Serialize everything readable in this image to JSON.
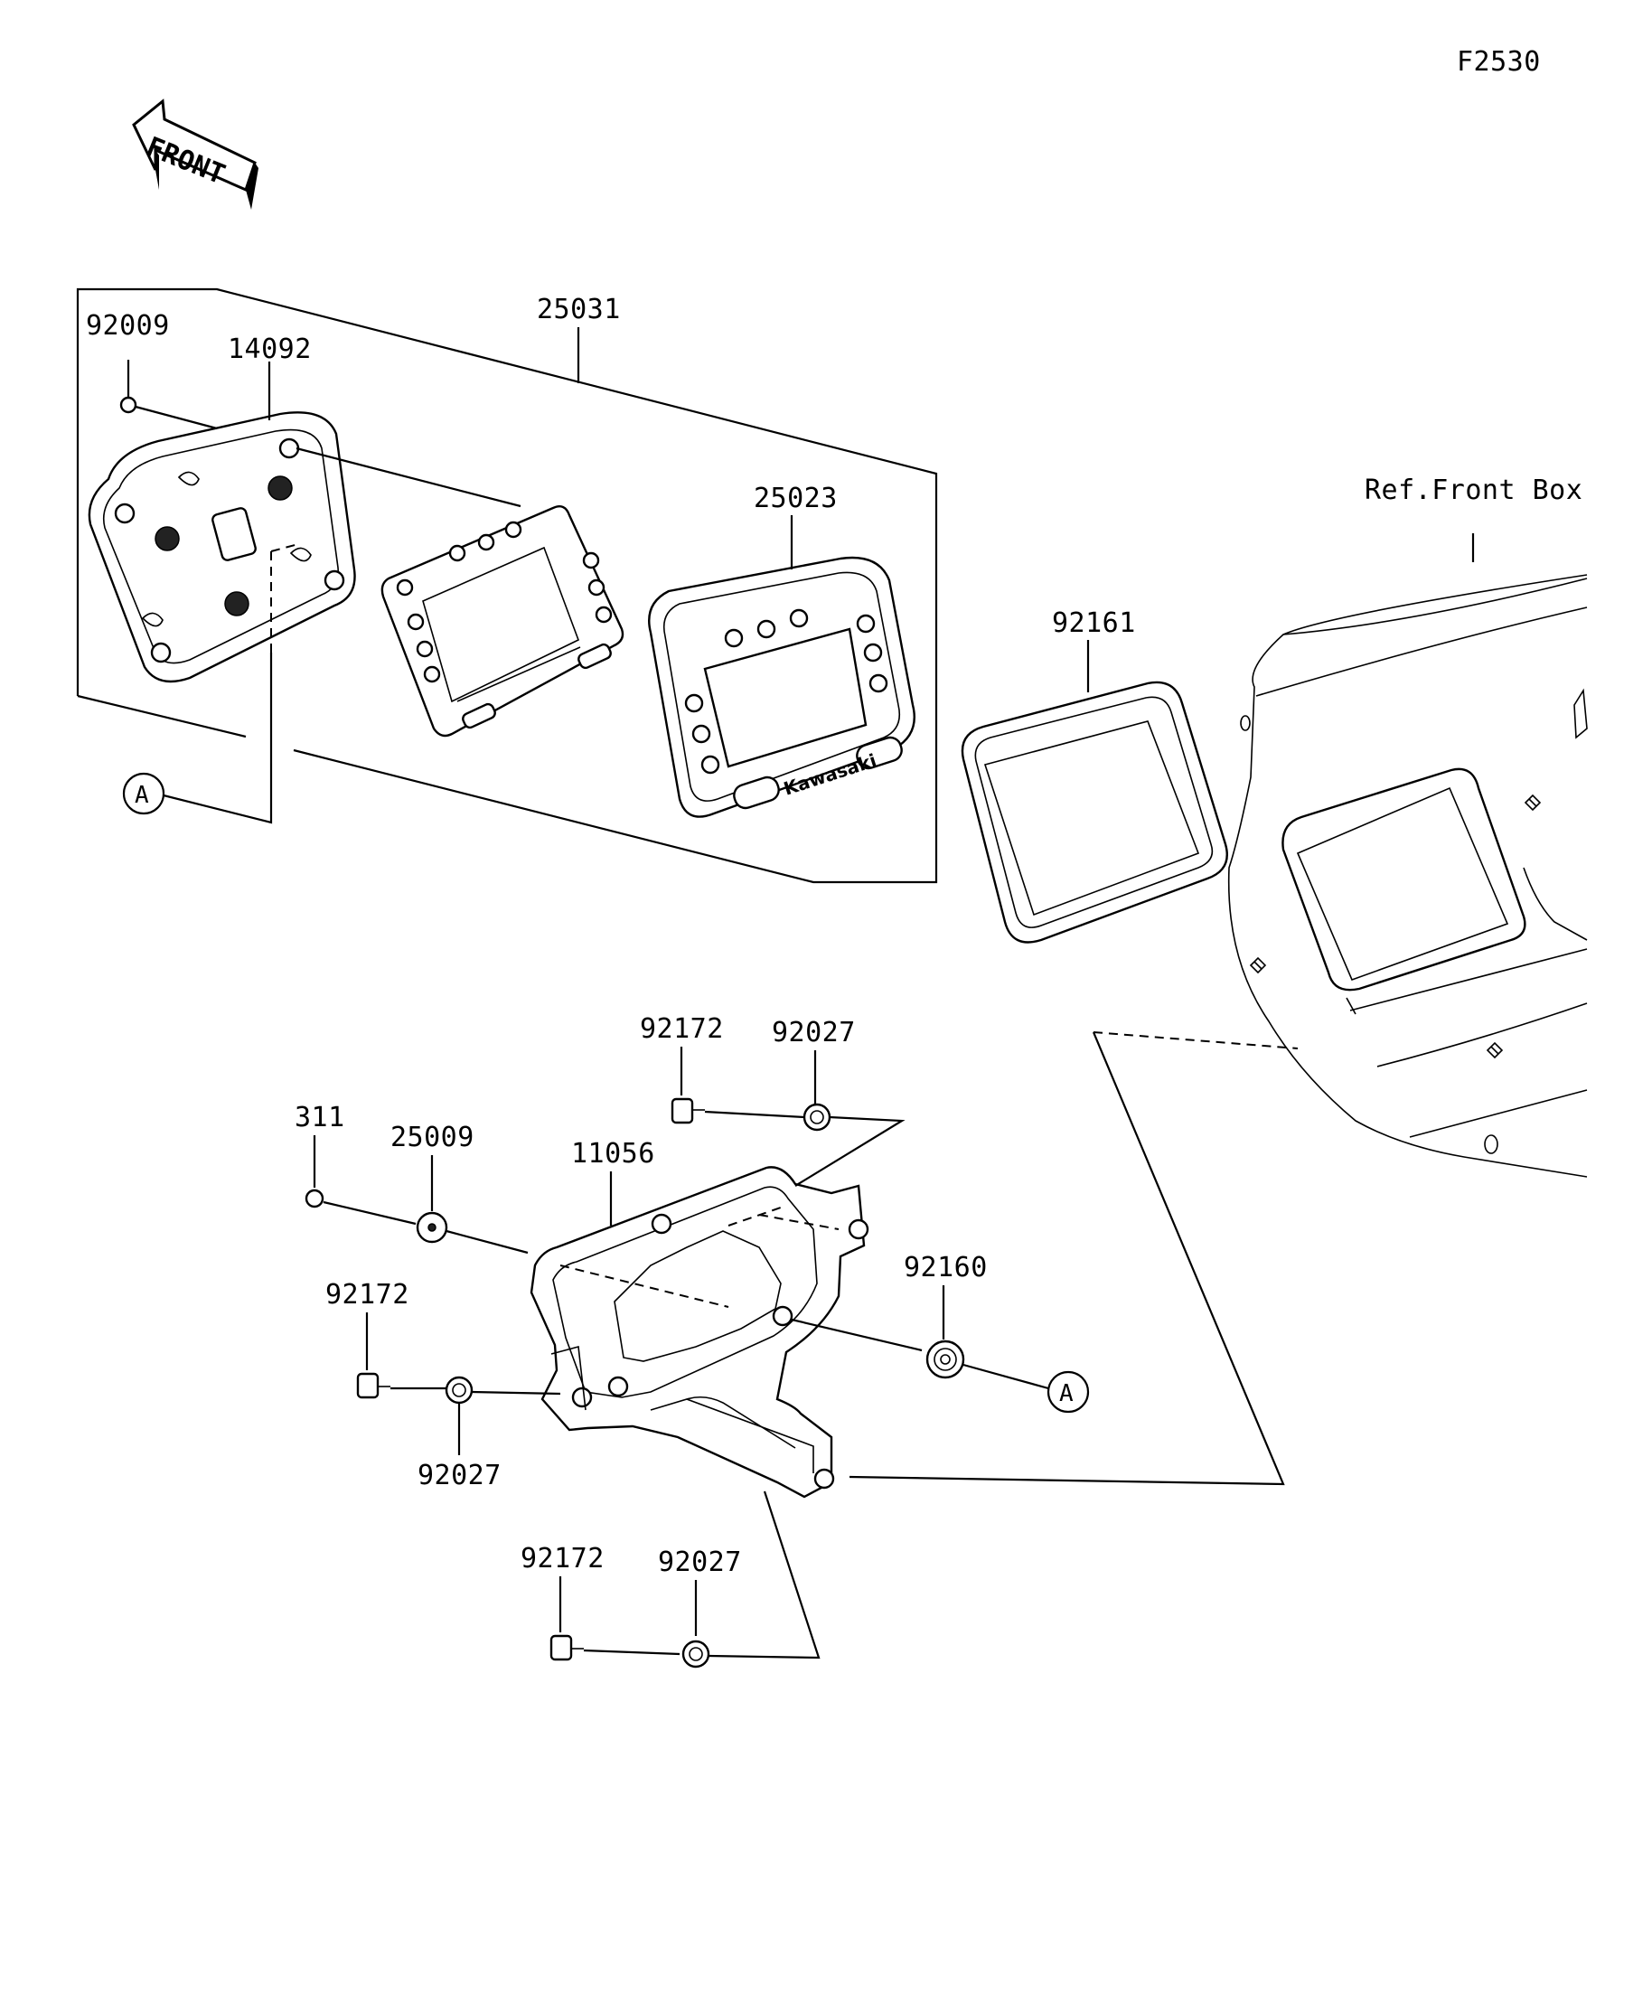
{
  "figure_code": "F2530",
  "direction_label": "FRONT",
  "reference_label": "Ref.Front Box",
  "callout_letter": "A",
  "brand_mark": "Kawasaki",
  "part_numbers": {
    "p92009": "92009",
    "p14092": "14092",
    "p25031": "25031",
    "p25023": "25023",
    "p92161": "92161",
    "p92172_top": "92172",
    "p92027_top": "92027",
    "p311": "311",
    "p25009": "25009",
    "p11056": "11056",
    "p92160": "92160",
    "p92172_mid": "92172",
    "p92027_mid": "92027",
    "p92172_bot": "92172",
    "p92027_bot": "92027"
  }
}
